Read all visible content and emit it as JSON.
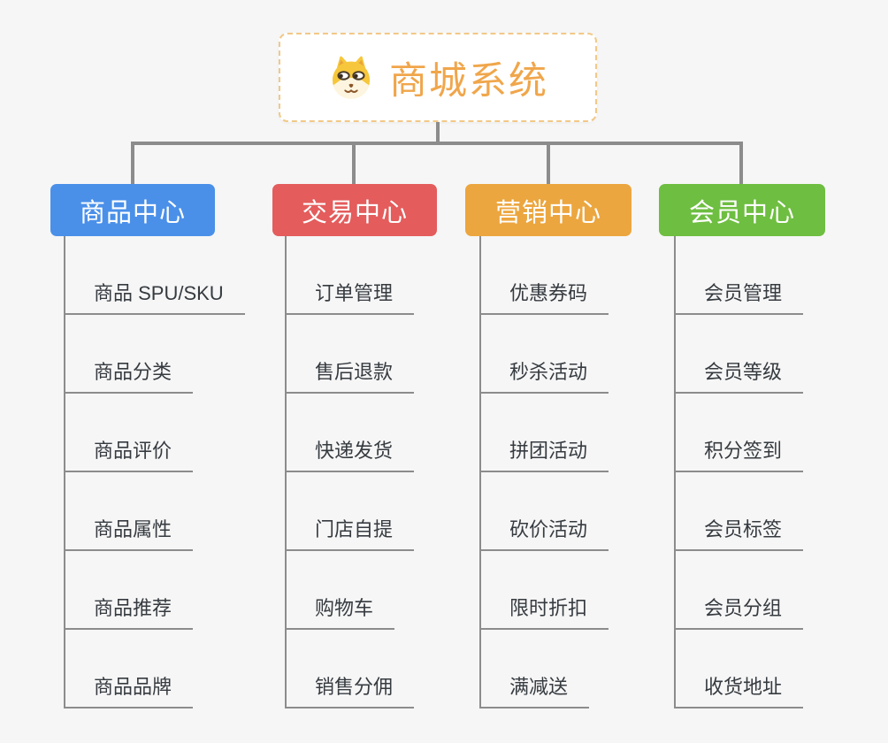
{
  "app": {
    "type": "mindmap",
    "background_color": "#f6f6f6"
  },
  "root": {
    "title": "商城系统",
    "icon": "dog-face-icon",
    "title_color": "#f0a64b",
    "border_color": "#f2c887"
  },
  "connector": {
    "color": "#8c8c8c"
  },
  "leaf_style": {
    "text_color": "#363b40",
    "line_color": "#8c8c8c"
  },
  "branches": [
    {
      "label": "商品中心",
      "color": "#4a90e9",
      "children": [
        "商品 SPU/SKU",
        "商品分类",
        "商品评价",
        "商品属性",
        "商品推荐",
        "商品品牌"
      ]
    },
    {
      "label": "交易中心",
      "color": "#e45c5c",
      "children": [
        "订单管理",
        "售后退款",
        "快递发货",
        "门店自提",
        "购物车",
        "销售分佣"
      ]
    },
    {
      "label": "营销中心",
      "color": "#eca63f",
      "children": [
        "优惠券码",
        "秒杀活动",
        "拼团活动",
        "砍价活动",
        "限时折扣",
        "满减送"
      ]
    },
    {
      "label": "会员中心",
      "color": "#6ebe41",
      "children": [
        "会员管理",
        "会员等级",
        "积分签到",
        "会员标签",
        "会员分组",
        "收货地址"
      ]
    }
  ]
}
